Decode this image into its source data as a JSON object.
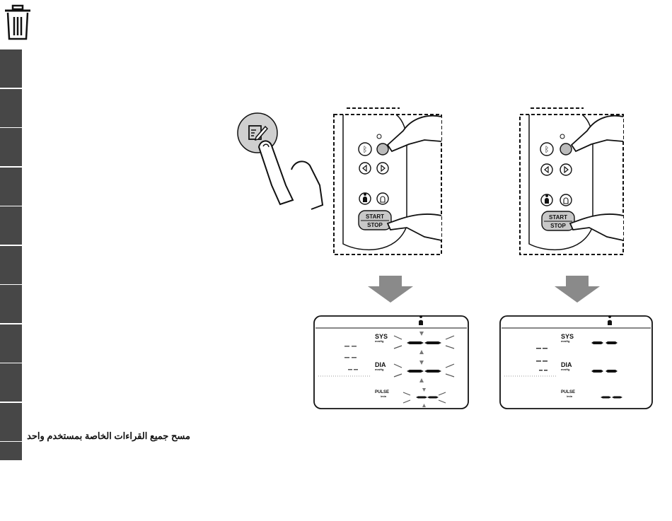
{
  "page": {
    "caption": "مسح جميع القراءات الخاصة بمستخدم واحد"
  },
  "icons": {
    "header": "trash-icon",
    "edit_button": "edit-icon",
    "bluetooth": "bluetooth-icon",
    "clock": "clock-icon",
    "left_arrow": "left-arrow-icon",
    "right_arrow": "right-arrow-icon",
    "user_1": "user-icon",
    "user_2": "user-outline-icon",
    "down_arrow": "down-arrow-icon"
  },
  "device": {
    "start_label": "START",
    "stop_label": "STOP"
  },
  "display": {
    "sys_label": "SYS",
    "sys_unit": "mmHg",
    "dia_label": "DIA",
    "dia_unit": "mmHg",
    "pulse_label": "PULSE",
    "pulse_unit": "/min"
  },
  "colors": {
    "tab": "#474747",
    "arrow": "#8a8a8a",
    "edit_button_bg": "#cfcfcf",
    "start_stop_bg": "#c8c8c8"
  }
}
